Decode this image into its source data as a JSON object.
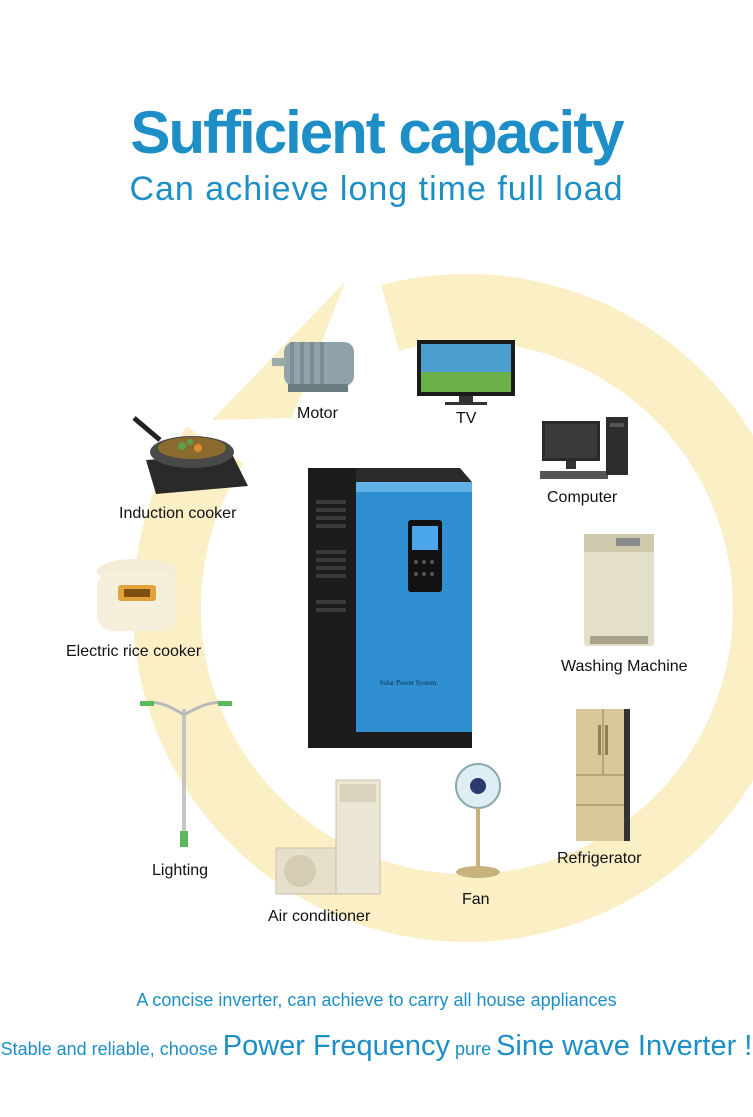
{
  "header": {
    "title": "Sufficient capacity",
    "subtitle": "Can achieve long time full load"
  },
  "inverter": {
    "panel_text": "Solar Power System"
  },
  "appliances": {
    "motor": "Motor",
    "tv": "TV",
    "computer": "Computer",
    "washing_machine": "Washing Machine",
    "refrigerator": "Refrigerator",
    "fan": "Fan",
    "air_conditioner": "Air conditioner",
    "lighting": "Lighting",
    "rice_cooker": "Electric rice cooker",
    "induction_cooker": "Induction cooker"
  },
  "footer": {
    "line1": "A concise inverter, can achieve to carry all house appliances",
    "line2_part1": "Stable and reliable, choose ",
    "line2_part2": "Power Frequency",
    "line2_part3": " pure ",
    "line2_part4": "Sine wave Inverter !"
  },
  "colors": {
    "accent": "#1e8fc6",
    "ring": "#fbefc6",
    "inverter_blue": "#2f8fd0"
  }
}
